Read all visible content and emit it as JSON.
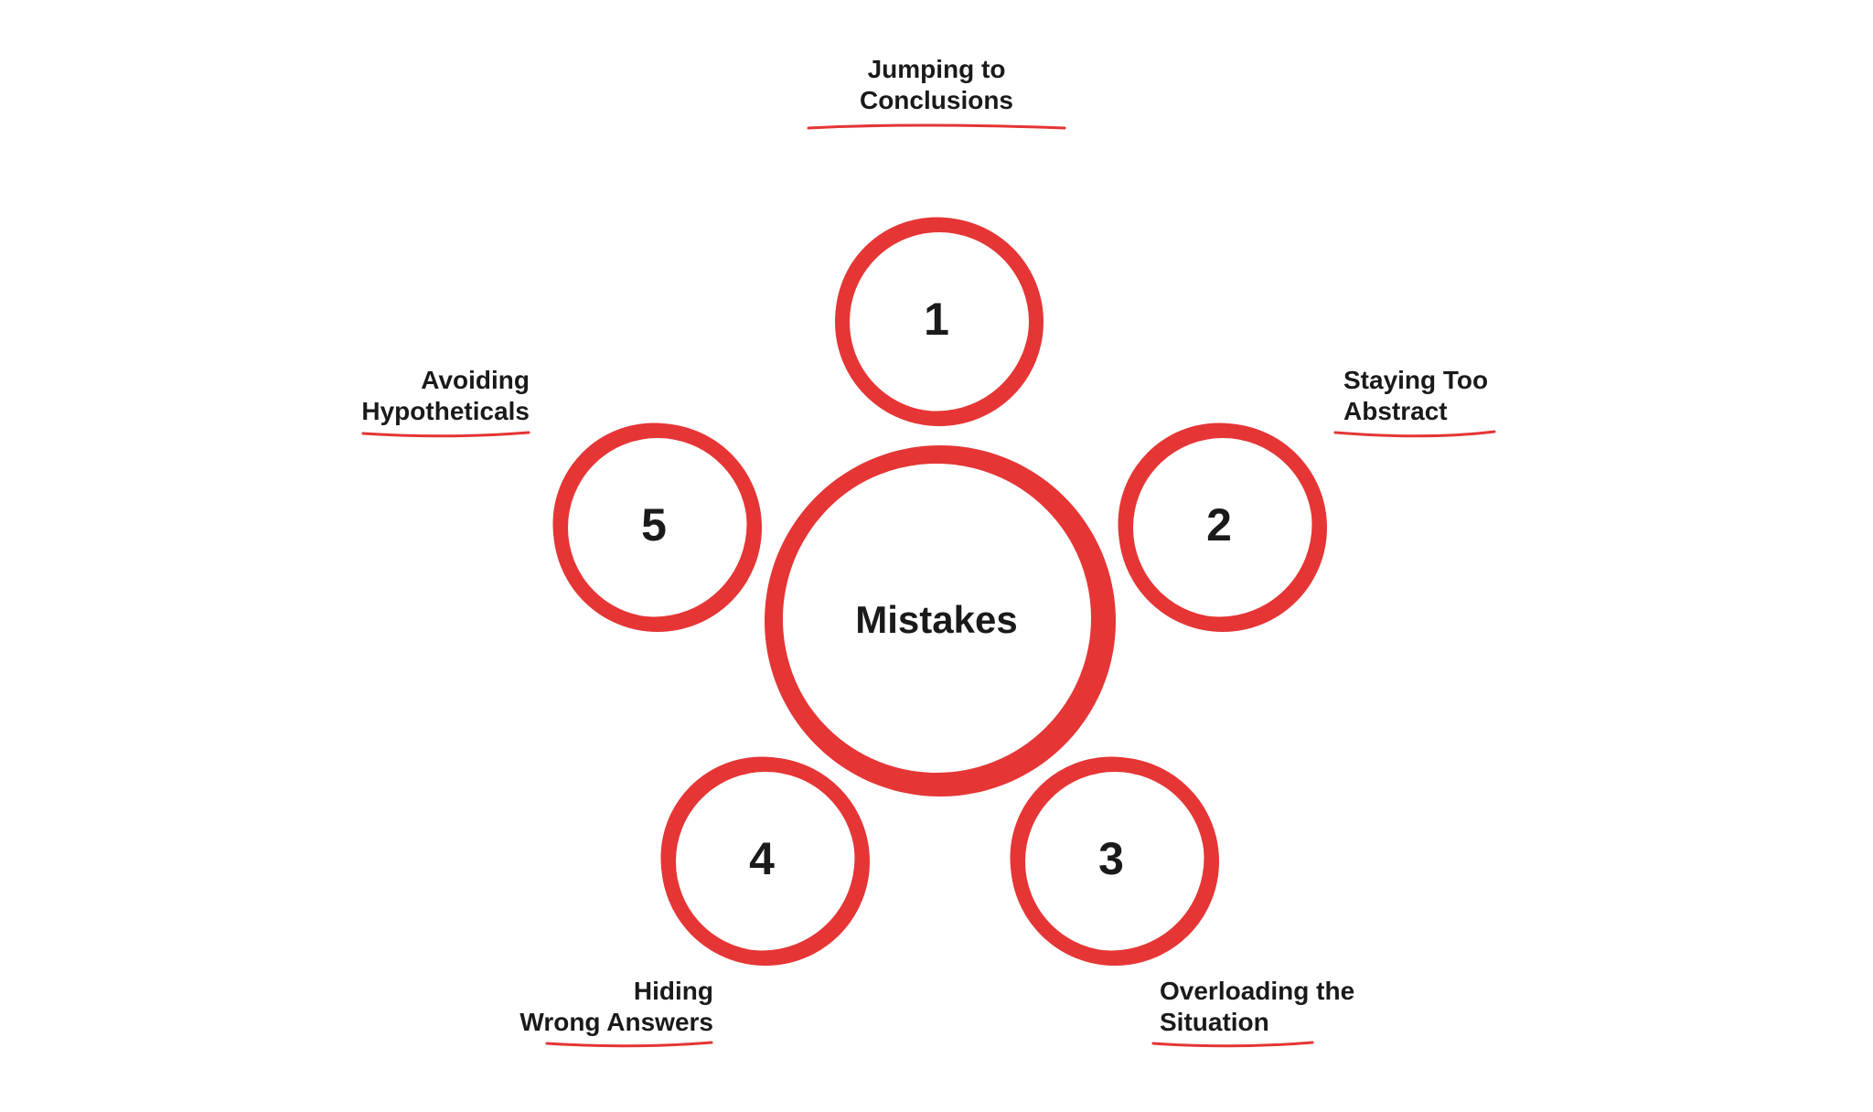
{
  "center": {
    "label": "Mistakes"
  },
  "items": [
    {
      "number": "1",
      "line1": "Jumping to",
      "line2": "Conclusions"
    },
    {
      "number": "2",
      "line1": "Staying Too",
      "line2": "Abstract"
    },
    {
      "number": "3",
      "line1": "Overloading the",
      "line2": "Situation"
    },
    {
      "number": "4",
      "line1": "Hiding",
      "line2": "Wrong Answers"
    },
    {
      "number": "5",
      "line1": "Avoiding",
      "line2": "Hypotheticals"
    }
  ],
  "colors": {
    "accent": "#e53535",
    "text": "#1a1a1a",
    "background": "#ffffff"
  }
}
